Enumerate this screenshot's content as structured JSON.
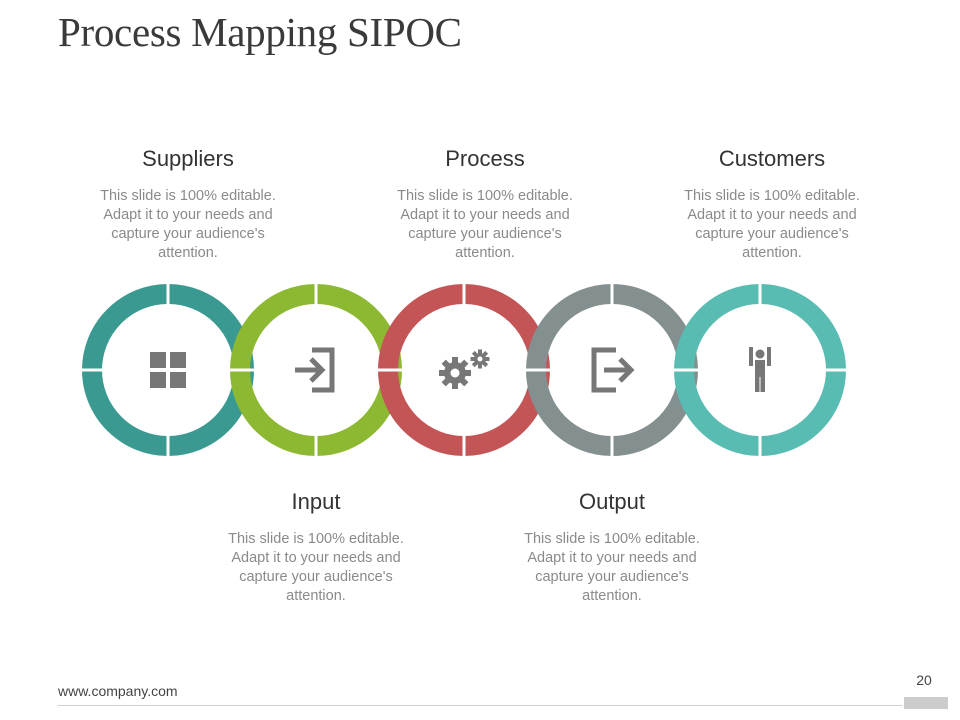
{
  "slide": {
    "title": "Process Mapping SIPOC",
    "footer_url": "www.company.com",
    "page_number": "20"
  },
  "colors": {
    "suppliers": "#3a9a91",
    "input": "#8db832",
    "process": "#c45557",
    "output": "#848f8f",
    "customers": "#59bcb2",
    "icon": "#777777",
    "heading_text": "#333333",
    "body_text": "#8a8a8a"
  },
  "stages": [
    {
      "key": "suppliers",
      "heading": "Suppliers",
      "desc": "This slide is 100% editable. Adapt it to your needs and capture your audience's attention.",
      "icon": "grid-icon",
      "label_position": "above"
    },
    {
      "key": "input",
      "heading": "Input",
      "desc": "This slide is 100% editable. Adapt it to your needs and capture your audience's attention.",
      "icon": "sign-in-icon",
      "label_position": "below"
    },
    {
      "key": "process",
      "heading": "Process",
      "desc": "This slide is 100% editable. Adapt it to your needs and capture your audience's attention.",
      "icon": "gears-icon",
      "label_position": "above"
    },
    {
      "key": "output",
      "heading": "Output",
      "desc": "This slide is 100% editable. Adapt it to your needs and capture your audience's attention.",
      "icon": "sign-out-icon",
      "label_position": "below"
    },
    {
      "key": "customers",
      "heading": "Customers",
      "desc": "This slide is 100% editable. Adapt it to your needs and capture your audience's attention.",
      "icon": "person-icon",
      "label_position": "above"
    }
  ]
}
